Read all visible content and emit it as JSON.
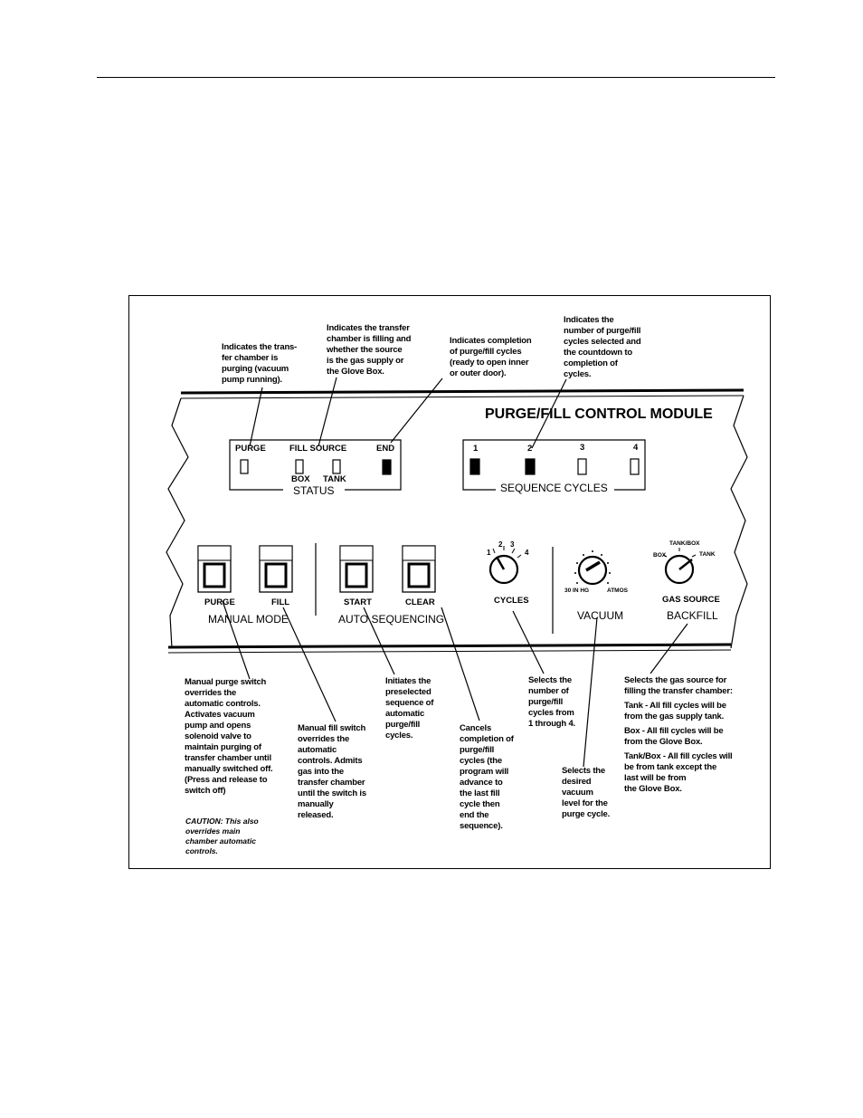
{
  "callouts": {
    "purge_status": "Indicates the trans-\nfer chamber is\npurging (vacuum\npump running).",
    "fill_source_status": "Indicates the transfer\nchamber is filling and\nwhether the source\nis the gas supply or\nthe Glove Box.",
    "end_status": "Indicates completion\nof purge/fill cycles\n(ready to open inner\nor outer door).",
    "sequence_cycles": "Indicates the\nnumber of purge/fill\ncycles selected and\nthe countdown to\ncompletion of\ncycles.",
    "manual_purge": "Manual purge switch\noverrides the\nautomatic controls.\nActivates vacuum\npump and opens\nsolenoid valve to\nmaintain purging of\ntransfer chamber until\nmanually switched off.\n(Press and release to\nswitch off)",
    "caution": "CAUTION: This also\noverrides main\nchamber automatic\ncontrols.",
    "manual_fill": "Manual fill switch\noverrides the\nautomatic\ncontrols.  Admits\ngas into the\ntransfer chamber\nuntil the switch is\nmanually\nreleased.",
    "start": "Initiates the\npreselected\nsequence of\nautomatic\npurge/fill\ncycles.",
    "clear": "Cancels\ncompletion of\npurge/fill\ncycles (the\nprogram will\nadvance to\nthe last fill\ncycle then\nend the\nsequence).",
    "cycles_knob": "Selects the\nnumber of\npurge/fill\ncycles from\n1 through 4.",
    "vacuum_knob": "Selects the\ndesired\nvacuum\nlevel for the\npurge cycle.",
    "gas_source_intro": "Selects the gas source for\nfilling the transfer chamber:",
    "gas_source_tank": "Tank - All fill cycles will be\nfrom the gas supply tank.",
    "gas_source_box": "Box - All fill cycles will be\nfrom the Glove Box.",
    "gas_source_tankbox": "Tank/Box - All fill cycles will\nbe from tank except the\nlast will be from\nthe Glove Box."
  },
  "panel": {
    "title": "PURGE/FILL CONTROL MODULE",
    "status": {
      "purge": "PURGE",
      "fill_source": "FILL SOURCE",
      "end": "END",
      "box": "BOX",
      "tank": "TANK",
      "group_label": "STATUS"
    },
    "sequence": {
      "c1": "1",
      "c2": "2",
      "c3": "3",
      "c4": "4",
      "group_label": "SEQUENCE CYCLES",
      "lit": [
        true,
        true,
        false,
        false
      ]
    },
    "buttons": {
      "purge": "PURGE",
      "fill": "FILL",
      "start": "START",
      "clear": "CLEAR",
      "manual_mode": "MANUAL MODE",
      "auto_sequencing": "AUTO SEQUENCING"
    },
    "knobs": {
      "cycles": "CYCLES",
      "cycles_ticks": [
        "1",
        "2",
        "3",
        "4"
      ],
      "vacuum": "VACUUM",
      "vac_min": "30 IN HG",
      "vac_max": "ATMOS",
      "gas_source": "GAS SOURCE",
      "backfill": "BACKFILL",
      "box": "BOX",
      "tankbox": "TANK/BOX",
      "tank": "TANK"
    }
  }
}
